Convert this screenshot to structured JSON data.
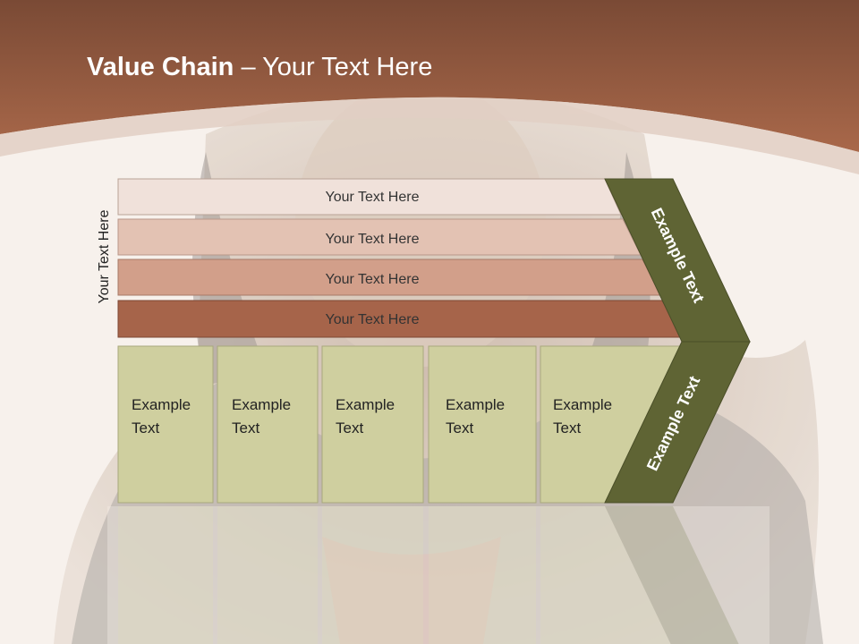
{
  "slide": {
    "title_bold": "Value Chain",
    "title_rest": " – Your Text Here",
    "side_label": "Your Text Here",
    "rows": [
      {
        "label": "Your Text Here"
      },
      {
        "label": "Your Text Here"
      },
      {
        "label": "Your Text Here"
      },
      {
        "label": "Your Text Here"
      }
    ],
    "columns": [
      {
        "line1": "Example",
        "line2": "Text"
      },
      {
        "line1": "Example",
        "line2": "Text"
      },
      {
        "line1": "Example",
        "line2": "Text"
      },
      {
        "line1": "Example",
        "line2": "Text"
      },
      {
        "line1": "Example",
        "line2": "Text"
      }
    ],
    "arrow_top_label": "Example Text",
    "arrow_bottom_label": "Example Text"
  },
  "colors": {
    "header": "#9a5a3e",
    "row1": "#f0e1da",
    "row2": "#e3c2b3",
    "row3": "#d29f8a",
    "row4": "#a6644a",
    "column_fill": "#cfcf9f",
    "arrow": "#5f6434"
  }
}
